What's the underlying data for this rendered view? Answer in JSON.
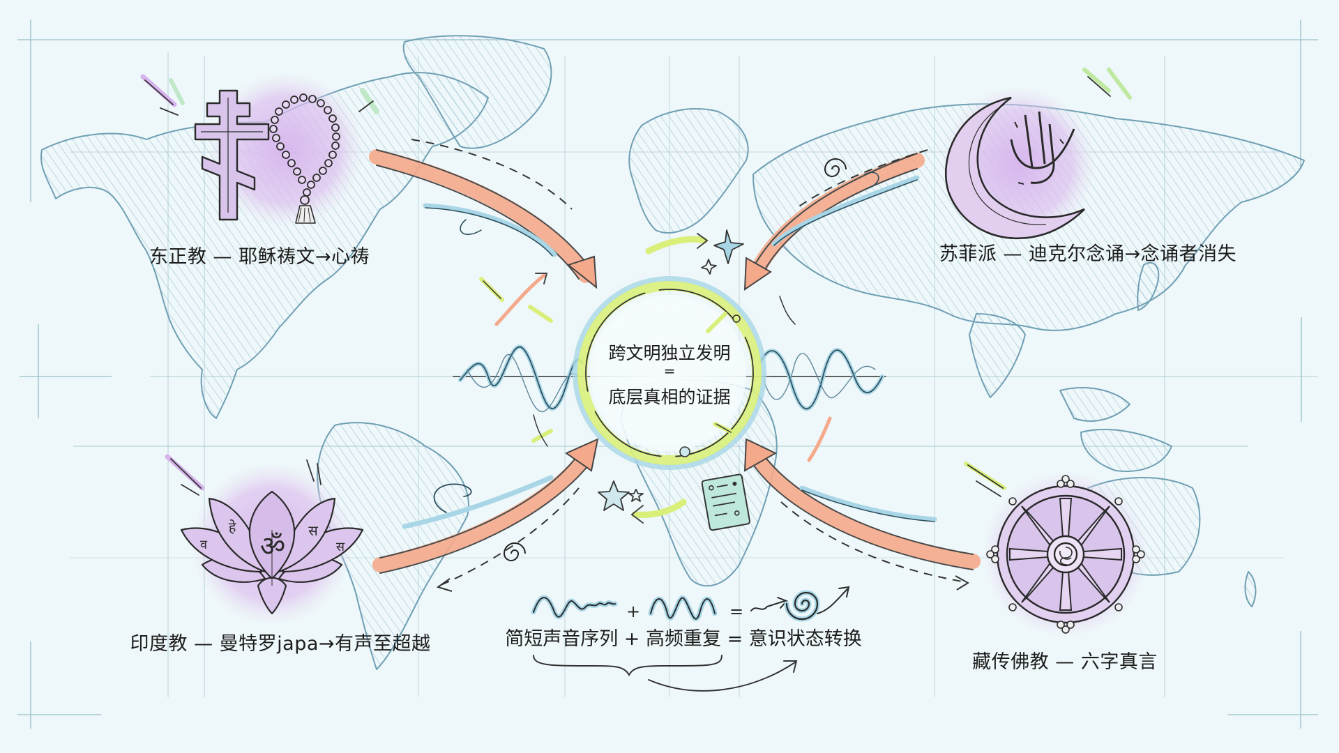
{
  "title": "跨文明独立发明 = 底层真相的证据",
  "center": {
    "line1": "跨文明独立发明",
    "equals": "=",
    "line2": "底层真相的证据"
  },
  "traditions": [
    {
      "id": "orthodox",
      "label": "东正教 — 耶稣祷文→心祷",
      "icon": "orthodox-cross-and-prayer-rope-icon",
      "position": "top-left"
    },
    {
      "id": "sufi",
      "label": "苏菲派 — 迪克尔念诵→念诵者消失",
      "icon": "crescent-calligraphy-icon",
      "position": "top-right"
    },
    {
      "id": "hindu",
      "label": "印度教 — 曼特罗japa→有声至超越",
      "icon": "lotus-om-icon",
      "position": "bottom-left"
    },
    {
      "id": "tibetan",
      "label": "藏传佛教 — 六字真言",
      "icon": "dharma-wheel-icon",
      "position": "bottom-right"
    }
  ],
  "formula": {
    "text": "简短声音序列 + 高频重复 = 意识状态转换",
    "part1": "简短声音序列",
    "plus": "+",
    "part2": "高频重复",
    "equals": "=",
    "result": "意识状态转换",
    "icons": [
      "short-wave-icon",
      "high-frequency-wave-icon",
      "spiral-transformation-icon"
    ]
  },
  "lotus_glyphs": [
    "व",
    "हे",
    "ॐ",
    "स",
    "स"
  ],
  "colors": {
    "background": "#eef7f9",
    "grid": "#8fb9c4",
    "map_stroke": "#7aa9bd",
    "arrow_orange": "#f4a98a",
    "glow_purple": "#d7b8ea",
    "ring_yellow": "#d9ef7a",
    "ring_blue": "#a8d6e6",
    "ink": "#2a2a2a"
  }
}
